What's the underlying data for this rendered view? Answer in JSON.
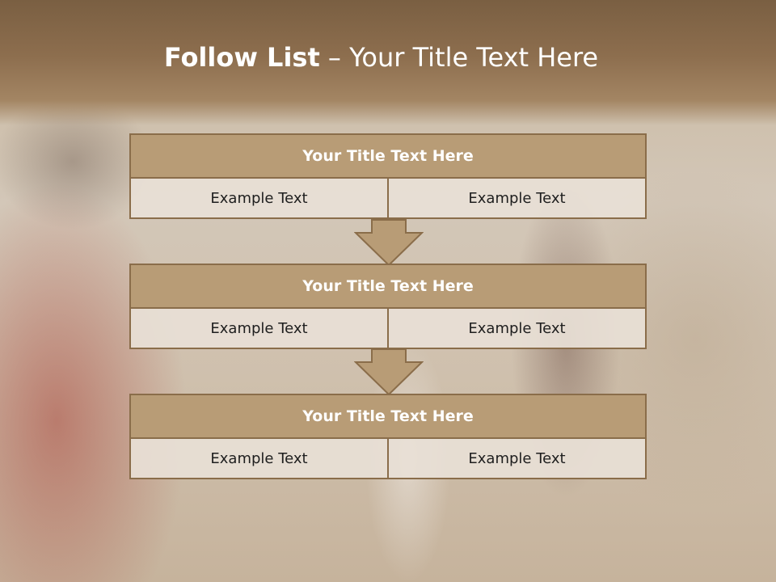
{
  "title": {
    "bold": "Follow List",
    "rest": " – Your Title Text Here"
  },
  "blocks": [
    {
      "header": "Your Title Text Here",
      "left": "Example Text",
      "right": "Example Text"
    },
    {
      "header": "Your Title Text Here",
      "left": "Example Text",
      "right": "Example Text"
    },
    {
      "header": "Your Title Text Here",
      "left": "Example Text",
      "right": "Example Text"
    }
  ],
  "colors": {
    "header_fill": "#b89c76",
    "border": "#8a6d4a",
    "cell_fill": "#e8e0d6",
    "title_text": "#ffffff"
  }
}
